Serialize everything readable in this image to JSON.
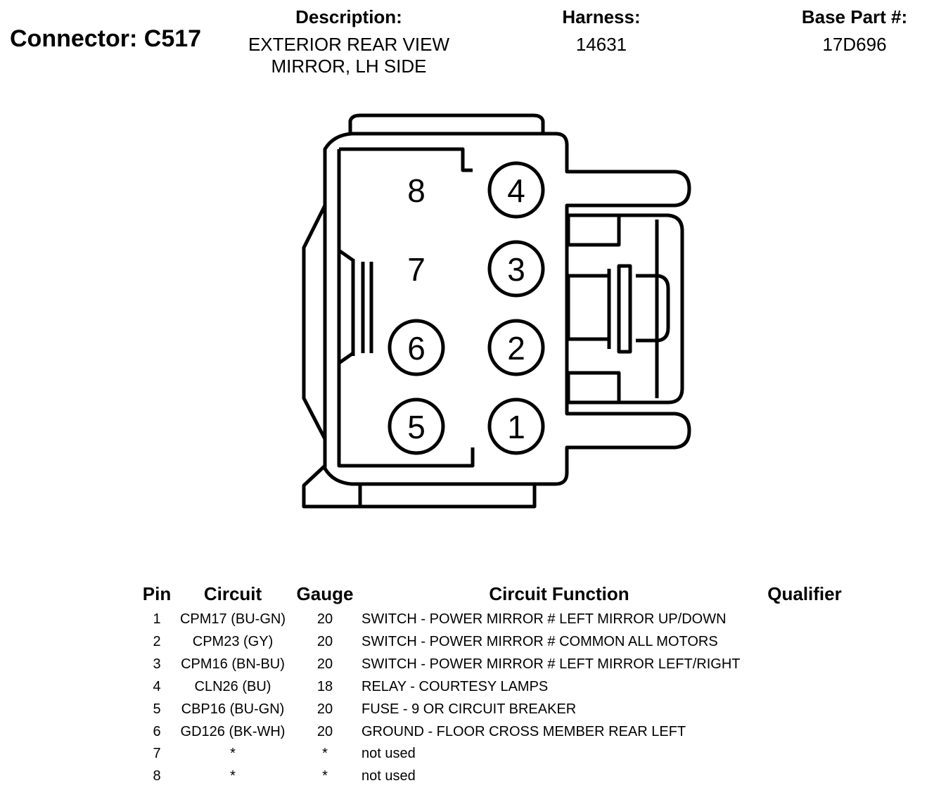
{
  "header": {
    "connector": "Connector: C517",
    "description_label": "Description:",
    "description_line1": "EXTERIOR REAR VIEW",
    "description_line2": "MIRROR, LH SIDE",
    "harness_label": "Harness:",
    "harness_value": "14631",
    "base_part_label": "Base Part #:",
    "base_part_value": "17D696"
  },
  "connector_pins": [
    "1",
    "2",
    "3",
    "4",
    "5",
    "6",
    "7",
    "8"
  ],
  "table": {
    "headers": {
      "pin": "Pin",
      "circuit": "Circuit",
      "gauge": "Gauge",
      "function": "Circuit Function",
      "qualifier": "Qualifier"
    },
    "rows": [
      {
        "pin": "1",
        "circuit": "CPM17 (BU-GN)",
        "gauge": "20",
        "function": "SWITCH - POWER MIRROR # LEFT MIRROR UP/DOWN",
        "qualifier": ""
      },
      {
        "pin": "2",
        "circuit": "CPM23 (GY)",
        "gauge": "20",
        "function": "SWITCH - POWER MIRROR # COMMON ALL MOTORS",
        "qualifier": ""
      },
      {
        "pin": "3",
        "circuit": "CPM16 (BN-BU)",
        "gauge": "20",
        "function": "SWITCH - POWER MIRROR # LEFT MIRROR LEFT/RIGHT",
        "qualifier": ""
      },
      {
        "pin": "4",
        "circuit": "CLN26 (BU)",
        "gauge": "18",
        "function": "RELAY - COURTESY LAMPS",
        "qualifier": ""
      },
      {
        "pin": "5",
        "circuit": "CBP16 (BU-GN)",
        "gauge": "20",
        "function": "FUSE - 9 OR CIRCUIT BREAKER",
        "qualifier": ""
      },
      {
        "pin": "6",
        "circuit": "GD126 (BK-WH)",
        "gauge": "20",
        "function": "GROUND - FLOOR CROSS MEMBER REAR LEFT",
        "qualifier": ""
      },
      {
        "pin": "7",
        "circuit": "*",
        "gauge": "*",
        "function": "not used",
        "qualifier": ""
      },
      {
        "pin": "8",
        "circuit": "*",
        "gauge": "*",
        "function": "not used",
        "qualifier": ""
      }
    ]
  }
}
